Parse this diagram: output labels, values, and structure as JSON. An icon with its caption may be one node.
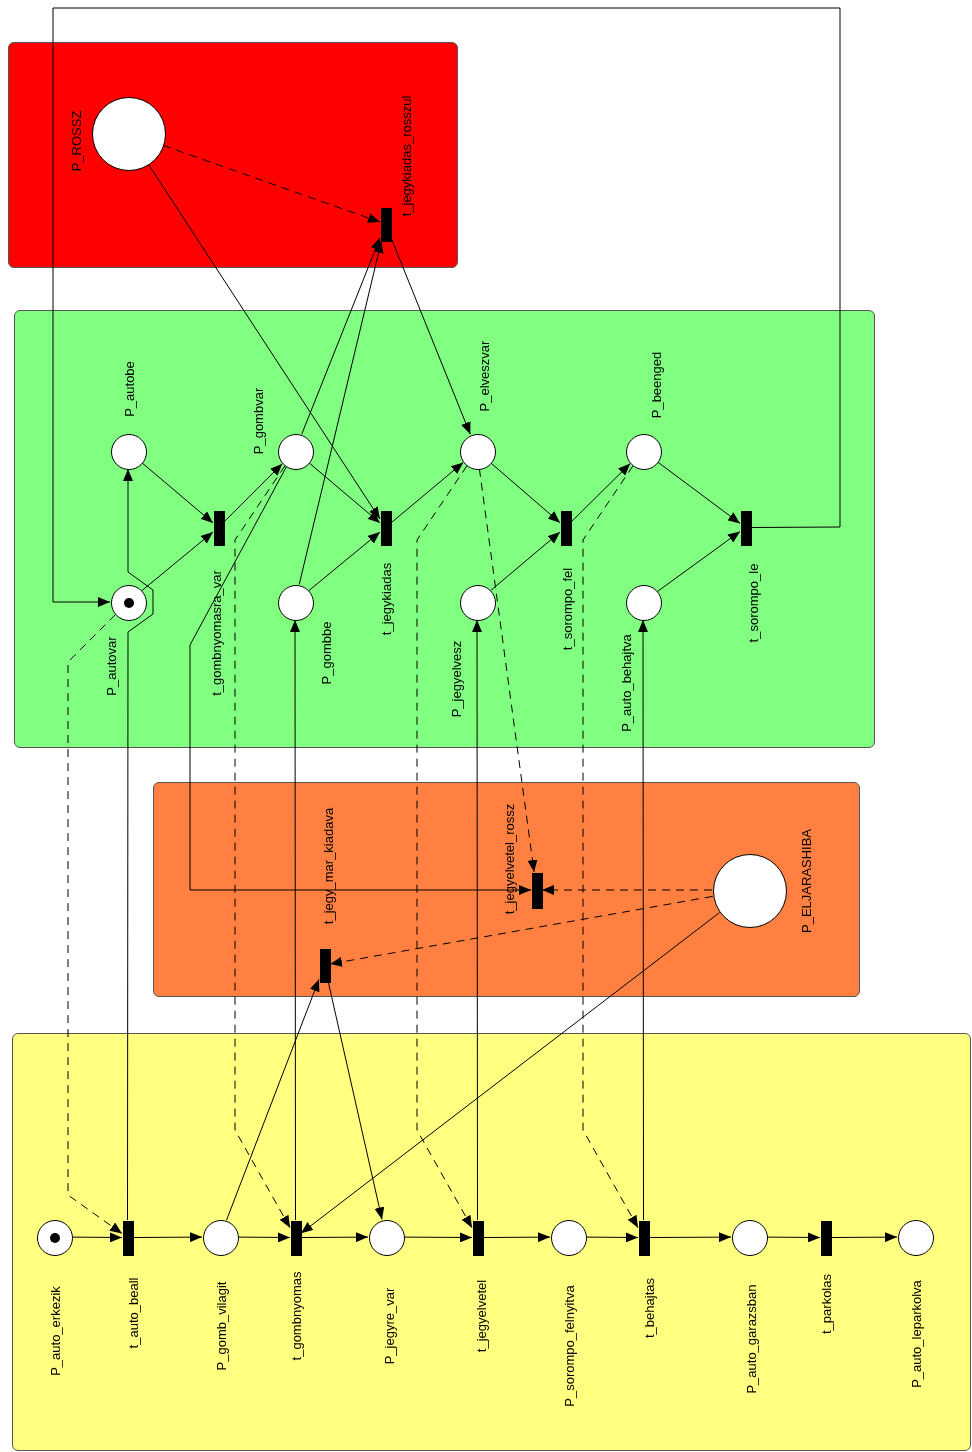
{
  "diagram": {
    "nodes": [
      {
        "text": [],
        "shape": "box"
      },
      {
        "text": [],
        "shape": "circle",
        "in": 0,
        "beside": [
          "P_ROSSZ"
        ]
      },
      {
        "text": [],
        "shape": "bar",
        "in": 0,
        "beside": [
          "t_jegykiadas_rosszul"
        ]
      },
      {
        "text": [],
        "shape": "box"
      },
      {
        "text": [],
        "shape": "circle",
        "in": 3,
        "beside": [
          "P_autobe"
        ]
      },
      {
        "text": [],
        "shape": "circle",
        "in": 3,
        "beside": [
          "P_autovar"
        ]
      },
      {
        "text": [],
        "shape": "bar",
        "in": 3,
        "beside": [
          "t_gombnyomasra_var"
        ]
      },
      {
        "text": [],
        "shape": "circle",
        "in": 3,
        "beside": [
          "P_gombvar"
        ]
      },
      {
        "text": [],
        "shape": "circle",
        "in": 3,
        "beside": [
          "P_gombbe"
        ]
      },
      {
        "text": [],
        "shape": "bar",
        "in": 3,
        "beside": [
          "t_jegykiadas"
        ]
      },
      {
        "text": [],
        "shape": "circle",
        "in": 3,
        "beside": [
          "P_elveszvar"
        ]
      },
      {
        "text": [],
        "shape": "circle",
        "in": 3,
        "beside": [
          "P_jegyelvesz"
        ]
      },
      {
        "text": [],
        "shape": "bar",
        "in": 3,
        "beside": [
          "t_sorompo_fel"
        ]
      },
      {
        "text": [],
        "shape": "circle",
        "in": 3,
        "beside": [
          "P_beenged"
        ]
      },
      {
        "text": [],
        "shape": "circle",
        "in": 3,
        "beside": [
          "P_auto_behajtva"
        ]
      },
      {
        "text": [],
        "shape": "bar",
        "in": 3,
        "beside": [
          "t_sorompo_le"
        ]
      },
      {
        "text": [],
        "shape": "box"
      },
      {
        "text": [],
        "shape": "bar",
        "in": 16,
        "beside": [
          "t_jegy_mar_kiadava"
        ]
      },
      {
        "text": [],
        "shape": "bar",
        "in": 16,
        "beside": [
          "t_jegyelvetel_rossz"
        ]
      },
      {
        "text": [],
        "shape": "circle",
        "in": 16,
        "beside": [
          "P_ELJARASHIBA"
        ]
      },
      {
        "text": [],
        "shape": "box"
      },
      {
        "text": [],
        "shape": "circle",
        "in": 20,
        "beside": [
          "P_auto_erkezik"
        ]
      },
      {
        "text": [],
        "shape": "bar",
        "in": 20,
        "beside": [
          "t_auto_beall"
        ]
      },
      {
        "text": [],
        "shape": "circle",
        "in": 20,
        "beside": [
          "P_gomb_vilagit"
        ]
      },
      {
        "text": [],
        "shape": "bar",
        "in": 20,
        "beside": [
          "t_gombnyomas"
        ]
      },
      {
        "text": [],
        "shape": "circle",
        "in": 20,
        "beside": [
          "P_jegyre_var"
        ]
      },
      {
        "text": [],
        "shape": "bar",
        "in": 20,
        "beside": [
          "t_jegyelvetel"
        ]
      },
      {
        "text": [],
        "shape": "circle",
        "in": 20,
        "beside": [
          "P_sorompo_felnyitva"
        ]
      },
      {
        "text": [],
        "shape": "bar",
        "in": 20,
        "beside": [
          "t_behajtas"
        ]
      },
      {
        "text": [],
        "shape": "circle",
        "in": 20,
        "beside": [
          "P_auto_garazsban"
        ]
      },
      {
        "text": [],
        "shape": "bar",
        "in": 20,
        "beside": [
          "t_parkolas"
        ]
      },
      {
        "text": [],
        "shape": "circle",
        "in": 20,
        "beside": [
          "P_auto_leparkolva"
        ]
      }
    ],
    "edges": [
      {
        "from": 21,
        "to": 22,
        "arrow": "to"
      },
      {
        "from": 22,
        "to": 23,
        "arrow": "to"
      },
      {
        "from": 23,
        "to": 24,
        "arrow": "to"
      },
      {
        "from": 24,
        "to": 25,
        "arrow": "to"
      },
      {
        "from": 25,
        "to": 26,
        "arrow": "to"
      },
      {
        "from": 26,
        "to": 27,
        "arrow": "to"
      },
      {
        "from": 27,
        "to": 28,
        "arrow": "to"
      },
      {
        "from": 28,
        "to": 29,
        "arrow": "to"
      },
      {
        "from": 29,
        "to": 30,
        "arrow": "to"
      },
      {
        "from": 30,
        "to": 31,
        "arrow": "to"
      },
      {
        "from": 22,
        "to": 4,
        "arrow": "to"
      },
      {
        "from": 24,
        "to": 8,
        "arrow": "to"
      },
      {
        "from": 26,
        "to": 11,
        "arrow": "to"
      },
      {
        "from": 28,
        "to": 14,
        "arrow": "to"
      },
      {
        "from": 5,
        "to": 22,
        "arrow": "to",
        "style": "dashed"
      },
      {
        "from": 7,
        "to": 24,
        "arrow": "to",
        "style": "dashed"
      },
      {
        "from": 10,
        "to": 26,
        "arrow": "to",
        "style": "dashed"
      },
      {
        "from": 13,
        "to": 28,
        "arrow": "to",
        "style": "dashed"
      },
      {
        "from": 10,
        "to": 18,
        "arrow": "to",
        "style": "dashed"
      },
      {
        "from": 19,
        "to": 18,
        "arrow": "to",
        "style": "dashed"
      },
      {
        "from": 19,
        "to": 17,
        "arrow": "to",
        "style": "dashed"
      },
      {
        "from": 7,
        "to": 18,
        "arrow": "to"
      },
      {
        "from": 19,
        "to": 24,
        "arrow": "to"
      },
      {
        "from": 23,
        "to": 17,
        "arrow": "to"
      },
      {
        "from": 17,
        "to": 25,
        "arrow": "to"
      },
      {
        "from": 4,
        "to": 6,
        "arrow": "to"
      },
      {
        "from": 5,
        "to": 6,
        "arrow": "to"
      },
      {
        "from": 6,
        "to": 7,
        "arrow": "to"
      },
      {
        "from": 7,
        "to": 9,
        "arrow": "to"
      },
      {
        "from": 8,
        "to": 9,
        "arrow": "to"
      },
      {
        "from": 9,
        "to": 10,
        "arrow": "to"
      },
      {
        "from": 10,
        "to": 12,
        "arrow": "to"
      },
      {
        "from": 11,
        "to": 12,
        "arrow": "to"
      },
      {
        "from": 12,
        "to": 13,
        "arrow": "to"
      },
      {
        "from": 13,
        "to": 15,
        "arrow": "to"
      },
      {
        "from": 14,
        "to": 15,
        "arrow": "to"
      },
      {
        "from": 15,
        "to": 5,
        "arrow": "to"
      },
      {
        "from": 1,
        "to": 2,
        "arrow": "to",
        "style": "dashed"
      },
      {
        "from": 1,
        "to": 9,
        "arrow": "to"
      },
      {
        "from": 7,
        "to": 2,
        "arrow": "to"
      },
      {
        "from": 8,
        "to": 2,
        "arrow": "to"
      },
      {
        "from": 2,
        "to": 10,
        "arrow": "to"
      }
    ]
  }
}
